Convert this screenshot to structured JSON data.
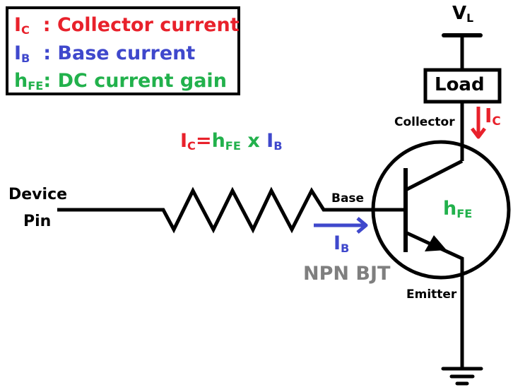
{
  "legend": {
    "items": [
      {
        "symbol": "I",
        "sub": "C",
        "sep": "  : ",
        "desc": "Collector current",
        "color": "#e8212b"
      },
      {
        "symbol": "I",
        "sub": "B",
        "sep": "  : ",
        "desc": "Base current",
        "color": "#3f48cc"
      },
      {
        "symbol": "h",
        "sub": "FE",
        "sep": ": ",
        "desc": "DC current gain",
        "color": "#22b14c"
      }
    ]
  },
  "formula": {
    "lhs": "I",
    "lhs_sub": "C",
    "eq": "=",
    "gain": "h",
    "gain_sub": "FE",
    "times": " x ",
    "rhs": "I",
    "rhs_sub": "B"
  },
  "labels": {
    "supply": "V",
    "supply_sub": "L",
    "load": "Load",
    "collector": "Collector",
    "base": "Base",
    "emitter": "Emitter",
    "device_line1": "Device",
    "device_line2": "Pin",
    "transistor_type": "NPN BJT",
    "gain": "h",
    "gain_sub": "FE",
    "ic": "I",
    "ic_sub": "C",
    "ib": "I",
    "ib_sub": "B"
  },
  "colors": {
    "collector_current": "#e8212b",
    "base_current": "#3f48cc",
    "gain": "#22b14c",
    "type_label": "#7f7f7f",
    "wire": "#000000"
  }
}
